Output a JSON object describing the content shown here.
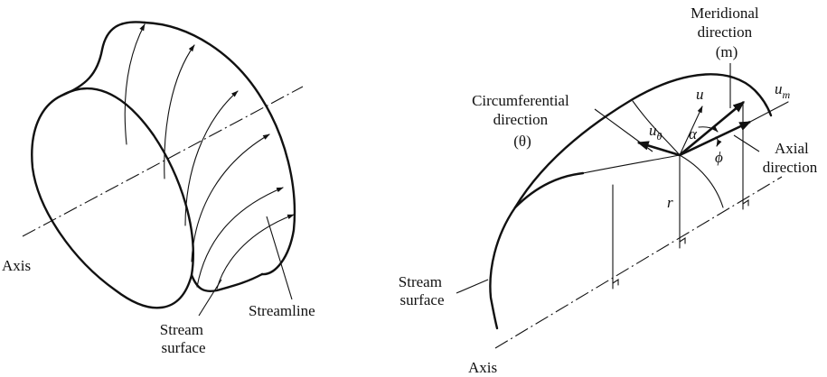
{
  "left_panel": {
    "axis_label": "Axis",
    "stream_surface_label": [
      "Stream",
      "surface"
    ],
    "streamline_label": "Streamline"
  },
  "right_panel": {
    "meridional_label": [
      "Meridional",
      "direction",
      "(m)"
    ],
    "circumferential_label": [
      "Circumferential",
      "direction",
      "(θ)"
    ],
    "axial_label": [
      "Axial",
      "direction"
    ],
    "stream_surface_label": [
      "Stream",
      "surface"
    ],
    "axis_label": "Axis",
    "symbols": {
      "u": "u",
      "um_base": "u",
      "um_sub": "m",
      "utheta_base": "u",
      "utheta_sub": "θ",
      "alpha": "α",
      "phi": "ϕ",
      "r": "r"
    }
  }
}
